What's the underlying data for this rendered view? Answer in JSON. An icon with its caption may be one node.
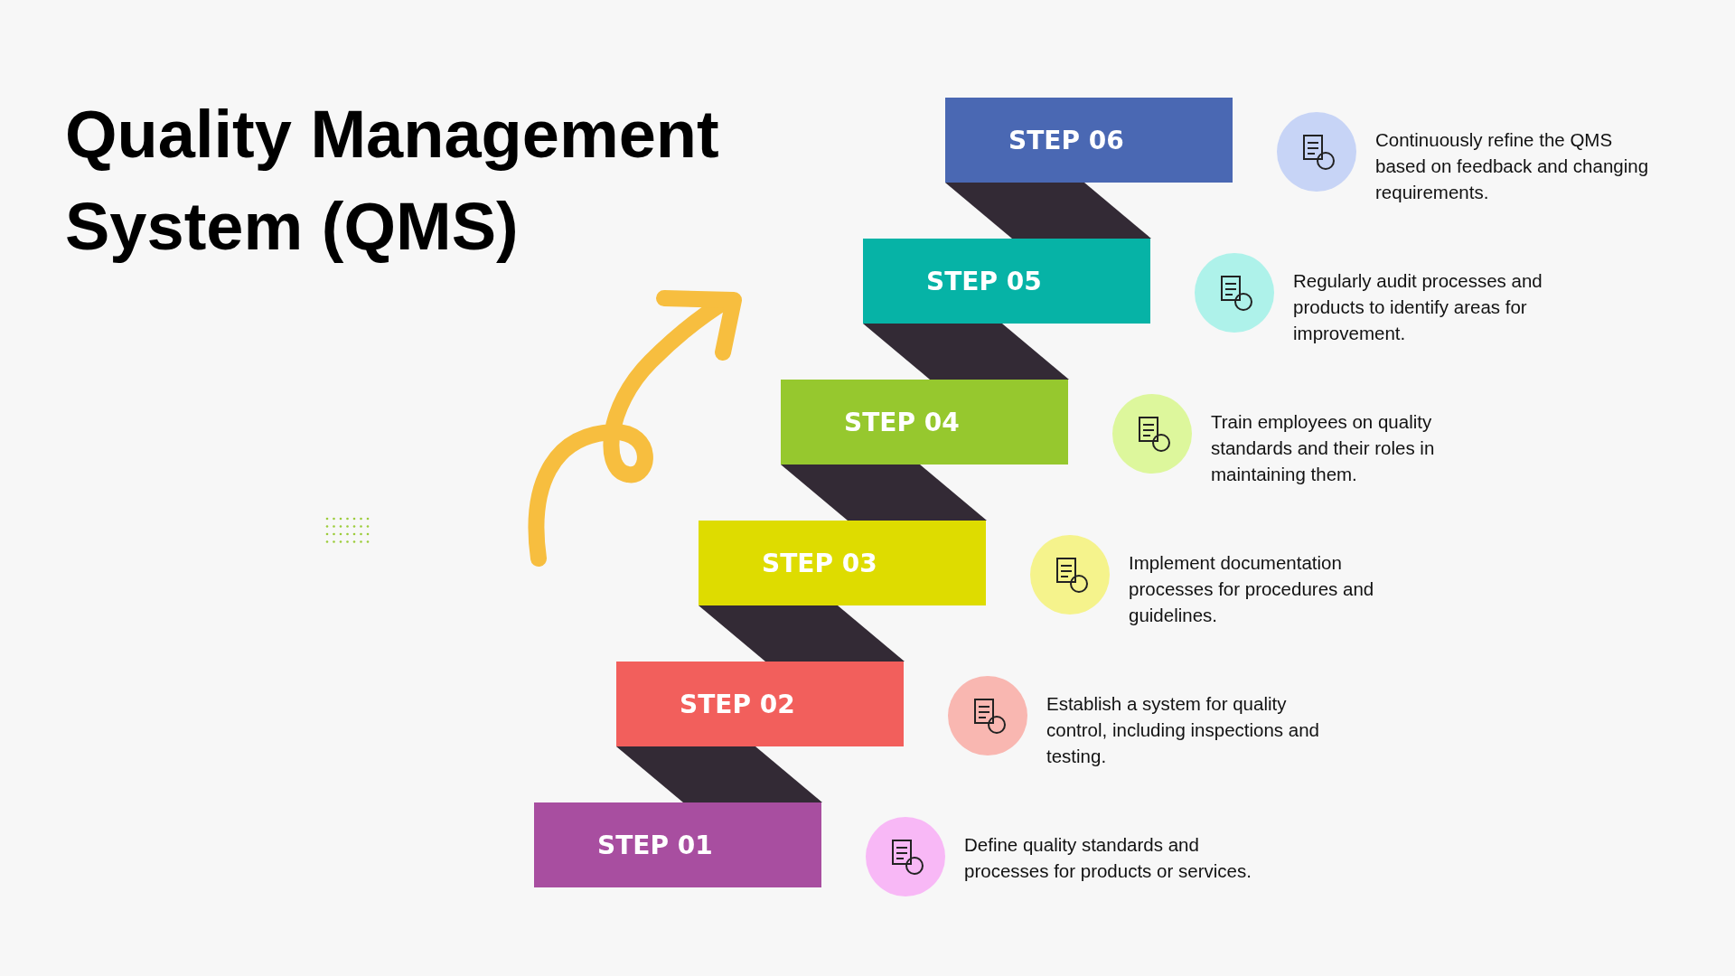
{
  "diagram": {
    "title": "Quality Management System (QMS)",
    "nodes": [
      {
        "text": [
          "STEP 06"
        ]
      },
      {
        "text": [
          "STEP 05"
        ]
      },
      {
        "text": [
          "STEP 04"
        ]
      },
      {
        "text": [
          "STEP 03"
        ]
      },
      {
        "text": [
          "STEP 02"
        ]
      },
      {
        "text": [
          "STEP 01"
        ]
      }
    ],
    "labels": [
      "Continuously refine the QMS based on feedback and changing requirements.",
      "Regularly audit processes and products to identify areas for improvement.",
      "Train employees on quality standards and their roles in maintaining them.",
      "Implement documentation processes for procedures and guidelines.",
      "Establish a system for quality control, including inspections and testing.",
      "Define quality standards and processes for products or services."
    ]
  }
}
